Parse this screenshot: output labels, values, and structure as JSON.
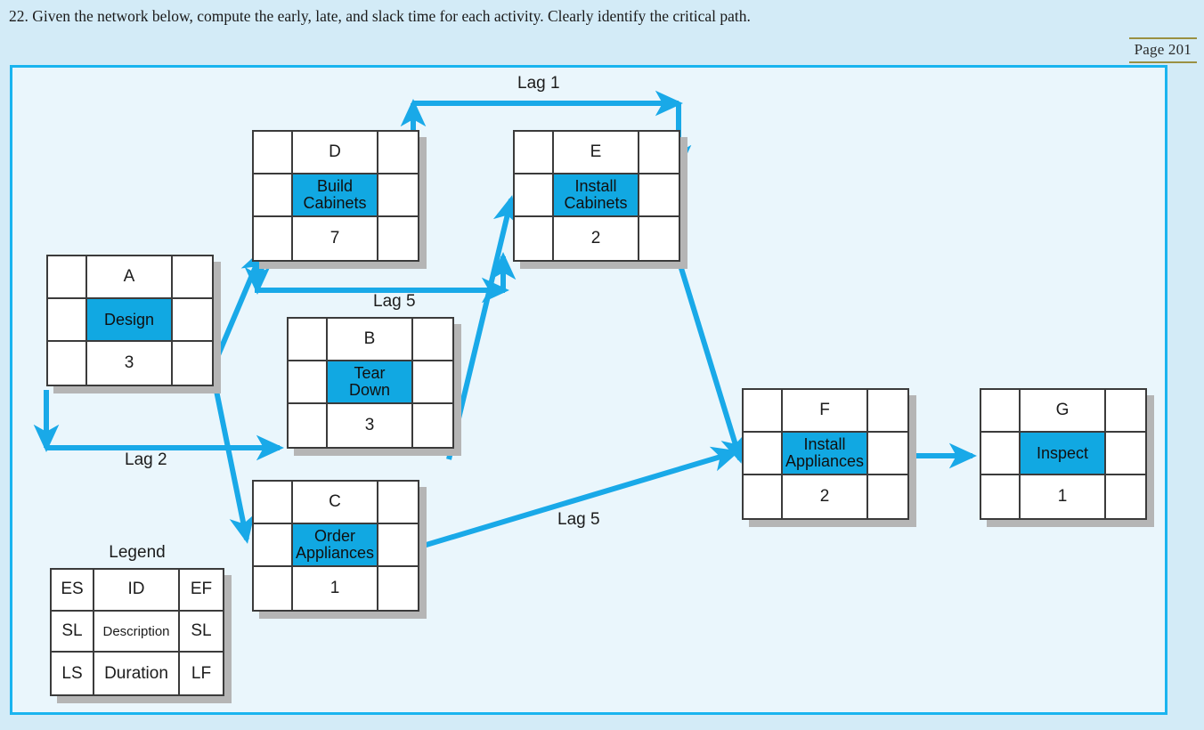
{
  "question": {
    "number": "22.",
    "text": "22. Given the network below, compute the early, late, and slack time for each activity. Clearly identify the critical path."
  },
  "page_badge": {
    "label": "Page 201",
    "rule_color": "#9a9042"
  },
  "colors": {
    "outer_background": "#d3ebf7",
    "panel_background": "#eaf6fc",
    "panel_border": "#1ab4ef",
    "accent_blue": "#11a8e2",
    "arrow_blue": "#19a9e8",
    "node_border": "#3b3b3b",
    "node_shadow": "#b5b5b5"
  },
  "diagram": {
    "type": "precedence-network-diagram",
    "nodes": [
      {
        "id": "A",
        "description": "Design",
        "duration": "3"
      },
      {
        "id": "B",
        "description": "Tear\nDown",
        "duration": "3"
      },
      {
        "id": "C",
        "description": "Order\nAppliances",
        "duration": "1"
      },
      {
        "id": "D",
        "description": "Build\nCabinets",
        "duration": "7"
      },
      {
        "id": "E",
        "description": "Install\nCabinets",
        "duration": "2"
      },
      {
        "id": "F",
        "description": "Install\nAppliances",
        "duration": "2"
      },
      {
        "id": "G",
        "description": "Inspect",
        "duration": "1"
      }
    ],
    "node_labels": {
      "A": {
        "id": "A",
        "desc_line1": "Design",
        "desc_line2": "",
        "duration": "3"
      },
      "B": {
        "id": "B",
        "desc_line1": "Tear",
        "desc_line2": "Down",
        "duration": "3"
      },
      "C": {
        "id": "C",
        "desc_line1": "Order",
        "desc_line2": "Appliances",
        "duration": "1"
      },
      "D": {
        "id": "D",
        "desc_line1": "Build",
        "desc_line2": "Cabinets",
        "duration": "7"
      },
      "E": {
        "id": "E",
        "desc_line1": "Install",
        "desc_line2": "Cabinets",
        "duration": "2"
      },
      "F": {
        "id": "F",
        "desc_line1": "Install",
        "desc_line2": "Appliances",
        "duration": "2"
      },
      "G": {
        "id": "G",
        "desc_line1": "Inspect",
        "desc_line2": "",
        "duration": "1"
      }
    },
    "links": [
      {
        "from": "A",
        "to": "D",
        "lag": "",
        "style": "diagonal"
      },
      {
        "from": "A",
        "to": "C",
        "lag": "",
        "style": "diagonal"
      },
      {
        "from": "A",
        "to": "B",
        "lag": "Lag 2",
        "style": "orthogonal"
      },
      {
        "from": "D",
        "to": "E",
        "lag": "Lag 1",
        "style": "orthogonal-top"
      },
      {
        "from": "D",
        "to": "E",
        "lag": "Lag 5",
        "style": "orthogonal-bottom"
      },
      {
        "from": "B",
        "to": "E",
        "lag": "",
        "style": "diagonal"
      },
      {
        "from": "C",
        "to": "F",
        "lag": "Lag 5",
        "style": "diagonal"
      },
      {
        "from": "E",
        "to": "F",
        "lag": "",
        "style": "diagonal"
      },
      {
        "from": "F",
        "to": "G",
        "lag": "",
        "style": "straight"
      }
    ],
    "lag_labels": [
      {
        "name": "lag-1",
        "text": "Lag 1"
      },
      {
        "name": "lag-5-top",
        "text": "Lag 5"
      },
      {
        "name": "lag-2",
        "text": "Lag 2"
      },
      {
        "name": "lag-5-bottom",
        "text": "Lag 5"
      }
    ]
  },
  "legend": {
    "title": "Legend",
    "cells": {
      "top_left": "ES",
      "top_center": "ID",
      "top_right": "EF",
      "middle_left": "SL",
      "middle_center": "Description",
      "middle_right": "SL",
      "bottom_left": "LS",
      "bottom_center": "Duration",
      "bottom_right": "LF"
    }
  }
}
